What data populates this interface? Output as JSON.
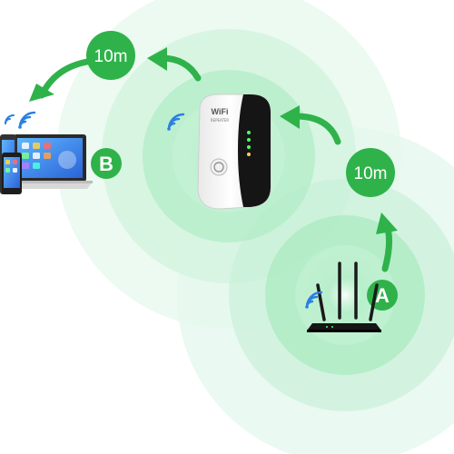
{
  "colors": {
    "accent_green": "#2fb24a",
    "zone_green": "#7fe0a2",
    "wifi_blue": "#2b7fe3",
    "router_black": "#161616",
    "repeater_white": "#f4f4f4"
  },
  "labels": {
    "distance_top": "10m",
    "distance_right": "10m",
    "point_b": "B",
    "point_a": "A"
  },
  "device": {
    "repeater_brand": "WiFi",
    "repeater_model": "REPEATER"
  }
}
